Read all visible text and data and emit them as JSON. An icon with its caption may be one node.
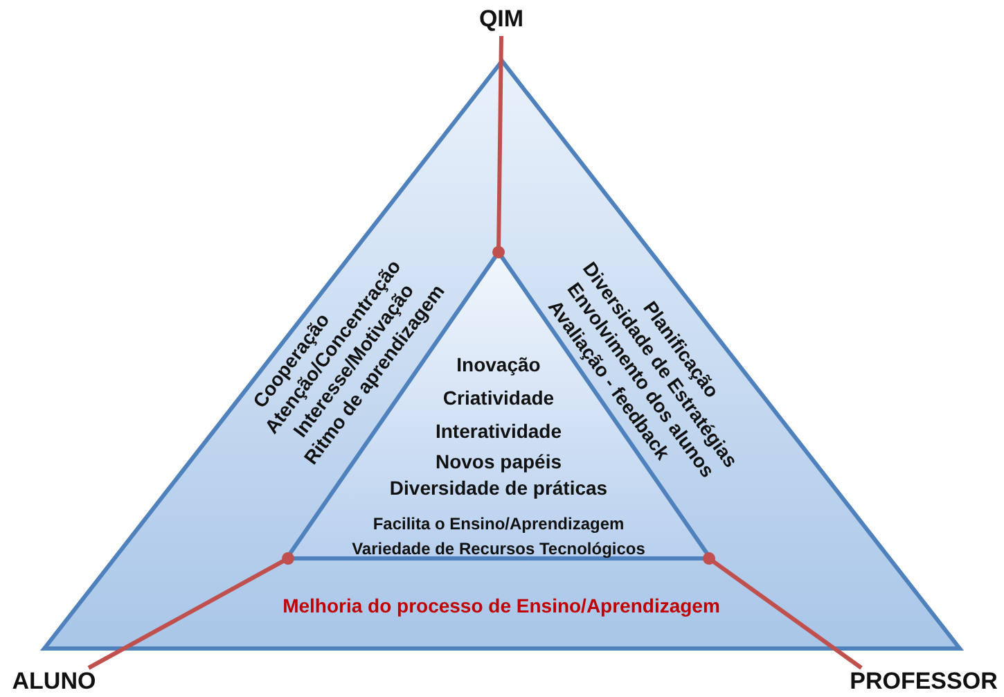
{
  "diagram": {
    "nodes": [
      {
        "text": [
          "Cooperação",
          "Atenção/Concentração",
          "Interesse/Motivação",
          "Ritmo de aprendizagem",
          "Planificação",
          "Diversidade de Estratégias",
          "Envolvimento dos alunos",
          "Avaliação - feedback",
          "Melhoria do processo de Ensino/Aprendizagem"
        ]
      },
      {
        "text": [
          "Inovação",
          "Criatividade",
          "Interatividade",
          "Novos papéis",
          "Diversidade de práticas",
          "Facilita o Ensino/Aprendizagem",
          "Variedade de Recursos Tecnológicos"
        ],
        "in": 0
      },
      {
        "text": [
          "QIM"
        ]
      },
      {
        "text": [
          "ALUNO"
        ]
      },
      {
        "text": [
          "PROFESSOR"
        ]
      }
    ],
    "edges": [
      {
        "from": 2,
        "to": 1,
        "arrow": "other",
        "color": "#c0504d"
      },
      {
        "from": 3,
        "to": 1,
        "arrow": "other",
        "color": "#c0504d"
      },
      {
        "from": 4,
        "to": 1,
        "arrow": "other",
        "color": "#c0504d"
      }
    ]
  }
}
